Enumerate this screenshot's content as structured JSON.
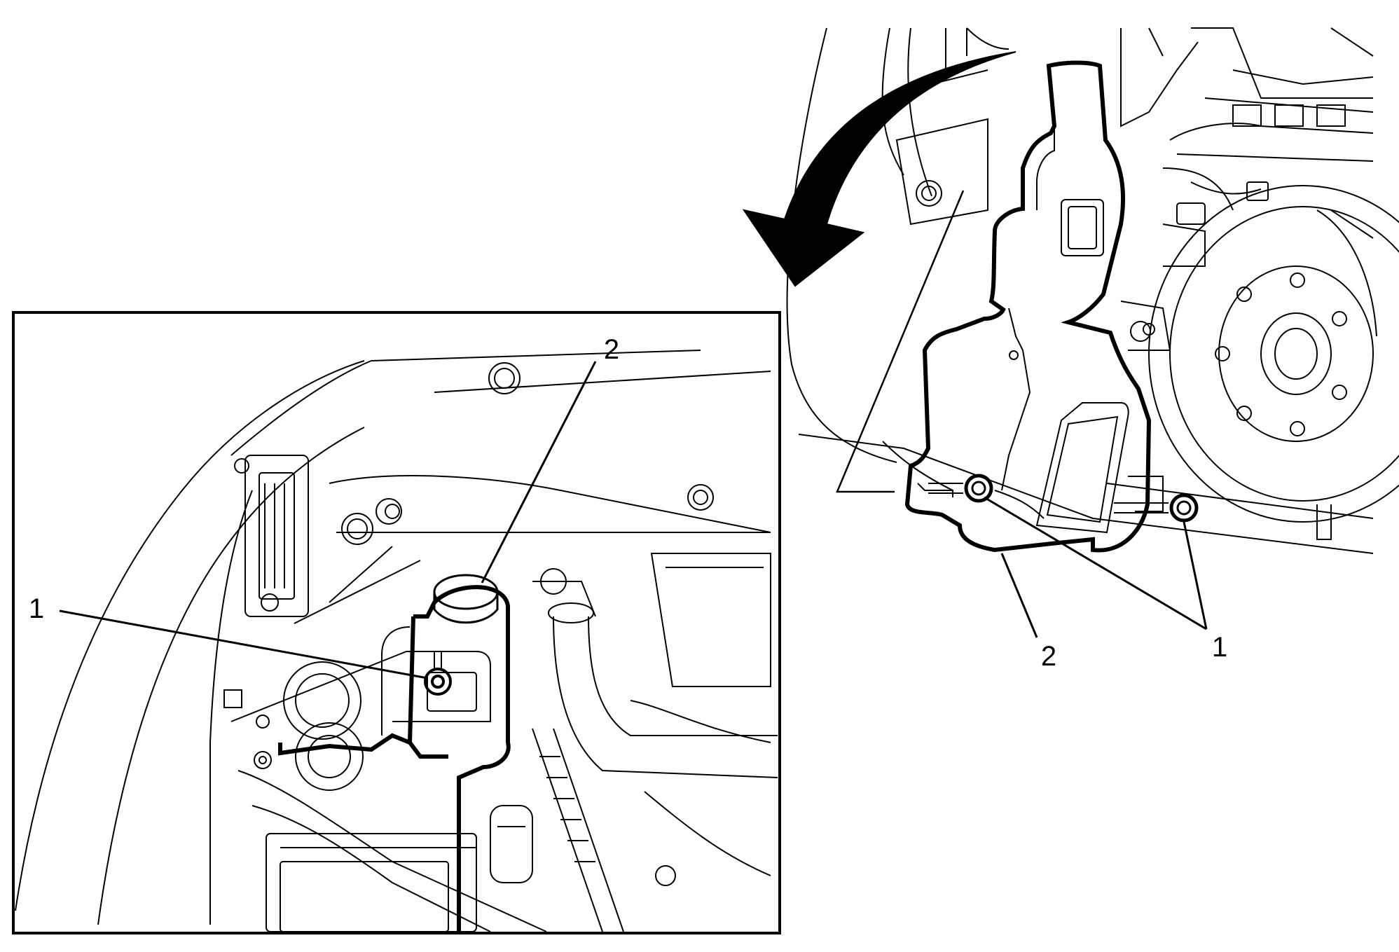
{
  "figure": {
    "inset_view": {
      "callouts": [
        {
          "id": "1",
          "label": "1",
          "refers_to": "bolt"
        },
        {
          "id": "2",
          "label": "2",
          "refers_to": "reservoir"
        }
      ]
    },
    "main_view": {
      "callouts": [
        {
          "id": "2",
          "label": "2",
          "refers_to": "reservoir"
        },
        {
          "id": "1",
          "label": "1",
          "refers_to": "bolts"
        }
      ],
      "arrow_direction": "counterclockwise-down"
    }
  },
  "colors": {
    "line": "#000000",
    "background": "#ffffff"
  }
}
